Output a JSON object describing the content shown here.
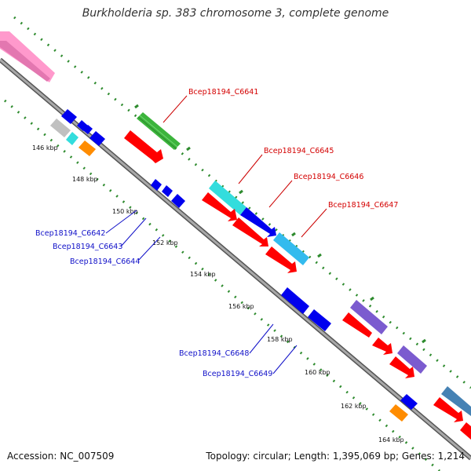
{
  "header": {
    "title": "Burkholderia sp. 383 chromosome 3, complete genome"
  },
  "footer": {
    "accession": "Accession: NC_007509",
    "topology": "Topology: circular; Length: 1,395,069 bp; Genes: 1,214"
  },
  "colors": {
    "backbone": "#808080",
    "tick_dots": "#2e8b2e",
    "forward_label": "#d40000",
    "reverse_label": "#1010c8",
    "cds_red": "#ff0000",
    "cds_blue": "#0000ee",
    "green": "#3cb43c",
    "cyan": "#33dddd",
    "sky": "#33bbee",
    "purple": "#7b5bcf",
    "steel": "#4682b4",
    "orange": "#ff8c00",
    "grey": "#c0c0c0",
    "pink": "#ff99cc"
  },
  "ticks": [
    {
      "label": "146 kbp"
    },
    {
      "label": "148 kbp"
    },
    {
      "label": "150 kbp"
    },
    {
      "label": "152 kbp"
    },
    {
      "label": "154 kbp"
    },
    {
      "label": "156 kbp"
    },
    {
      "label": "158 kbp"
    },
    {
      "label": "160 kbp"
    },
    {
      "label": "162 kbp"
    },
    {
      "label": "164 kbp"
    }
  ],
  "gene_labels": {
    "c6641": "Bcep18194_C6641",
    "c6645": "Bcep18194_C6645",
    "c6646": "Bcep18194_C6646",
    "c6647": "Bcep18194_C6647",
    "c6642": "Bcep18194_C6642",
    "c6643": "Bcep18194_C6643",
    "c6644": "Bcep18194_C6644",
    "c6648": "Bcep18194_C6648",
    "c6649": "Bcep18194_C6649"
  }
}
